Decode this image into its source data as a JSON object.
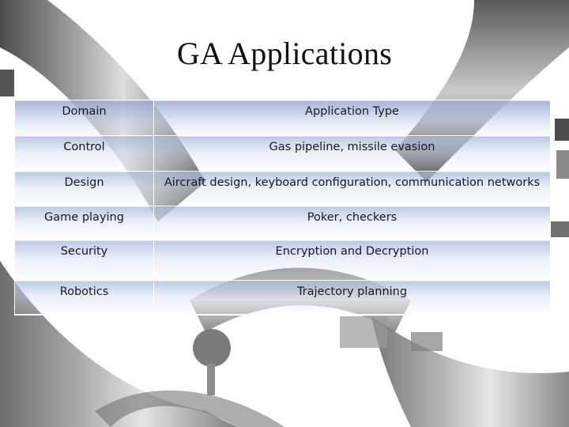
{
  "slide": {
    "title": "GA Applications"
  },
  "table": {
    "headers": [
      "Domain",
      "Application Type"
    ],
    "rows": [
      {
        "domain": "Control",
        "application": "Gas pipeline, missile evasion"
      },
      {
        "domain": "Design",
        "application": "Aircraft design, keyboard configuration,  communication networks"
      },
      {
        "domain": "Game playing",
        "application": "Poker, checkers"
      },
      {
        "domain": "Security",
        "application": "Encryption and Decryption"
      },
      {
        "domain": "Robotics",
        "application": "Trajectory planning"
      }
    ]
  },
  "colors": {
    "table_header_top": "#96aad2",
    "table_cell_top": "#aabcde",
    "helix_dark": "#3a3a3a",
    "helix_light": "#d0d0d0"
  }
}
